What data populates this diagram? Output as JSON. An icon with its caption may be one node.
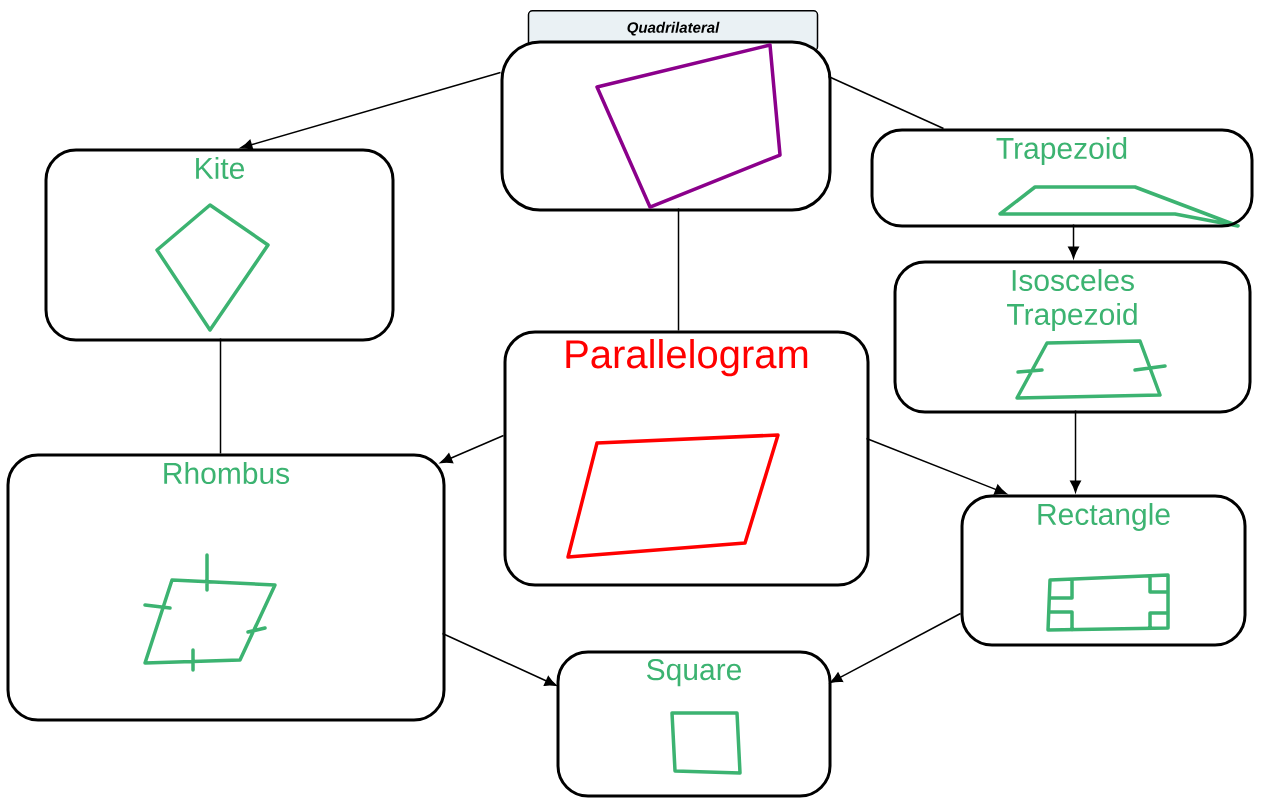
{
  "diagram": {
    "nodes": [
      {
        "text": [
          "Quadrilateral"
        ]
      },
      {
        "text": [
          "Kite"
        ]
      },
      {
        "text": [
          "Trapezoid"
        ]
      },
      {
        "text": [
          "Isosceles Trapezoid"
        ]
      },
      {
        "text": [
          "Parallelogram"
        ]
      },
      {
        "text": [
          "Rhombus"
        ]
      },
      {
        "text": [
          "Rectangle"
        ]
      },
      {
        "text": [
          "Square"
        ]
      }
    ],
    "edges": [
      {
        "from": 0,
        "to": 1,
        "arrow": "to"
      },
      {
        "from": 0,
        "to": 2,
        "arrow": "none"
      },
      {
        "from": 0,
        "to": 4,
        "arrow": "none"
      },
      {
        "from": 2,
        "to": 3,
        "arrow": "to"
      },
      {
        "from": 1,
        "to": 5,
        "arrow": "none"
      },
      {
        "from": 4,
        "to": 5,
        "arrow": "to"
      },
      {
        "from": 4,
        "to": 6,
        "arrow": "to"
      },
      {
        "from": 3,
        "to": 6,
        "arrow": "to"
      },
      {
        "from": 5,
        "to": 7,
        "arrow": "to"
      },
      {
        "from": 6,
        "to": 7,
        "arrow": "to"
      }
    ]
  }
}
